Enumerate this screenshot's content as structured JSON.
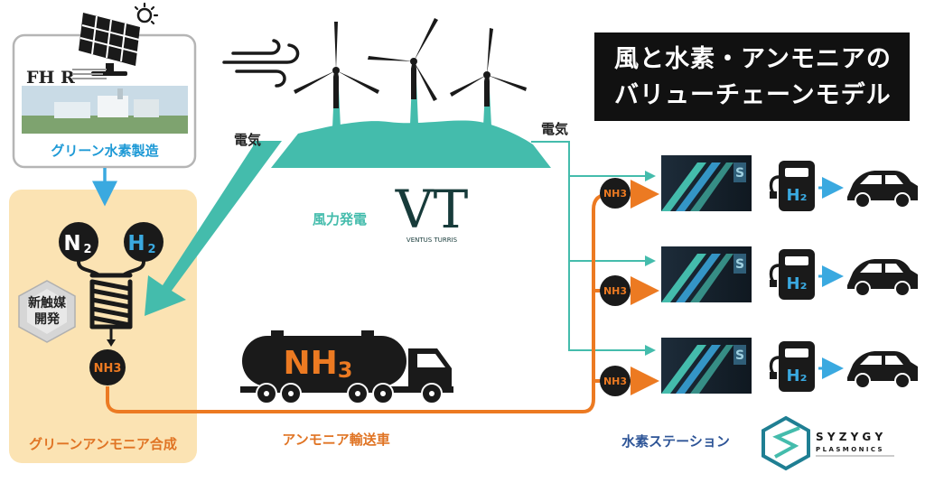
{
  "title": {
    "line1": "風と水素・アンモニアの",
    "line2": "バリューチェーンモデル"
  },
  "labels": {
    "denki_left": "電気",
    "denki_right": "電気",
    "green_hydrogen": "グリーン水素製造",
    "wind_power": "風力発電",
    "new_catalyst_line1": "新触媒",
    "new_catalyst_line2": "開発",
    "green_ammonia": "グリーンアンモニア合成",
    "ammonia_truck": "アンモニア輸送車",
    "hydrogen_station": "水素ステーション"
  },
  "chemicals": {
    "n2_main": "N",
    "n2_sub": "2",
    "h2_main": "H",
    "h2_sub": "2",
    "nh3": "NH3",
    "truck_nh3_main": "NH",
    "truck_nh3_sub": "3",
    "pump_h2": "H₂"
  },
  "brands": {
    "fhr": "FH R",
    "vt": "VT",
    "vt_sub": "VENTUS  TURRIS",
    "syzygy": "S Y Z Y G Y",
    "plasmonics": "P L A S M O N I C S"
  },
  "colors": {
    "teal": "#44bcac",
    "orange": "#ec7a22",
    "blue": "#3aa9e0",
    "panel": "#fbe3b3",
    "dark": "#222222",
    "label_blue": "#1f9ad6",
    "station_label": "#2e5597"
  }
}
